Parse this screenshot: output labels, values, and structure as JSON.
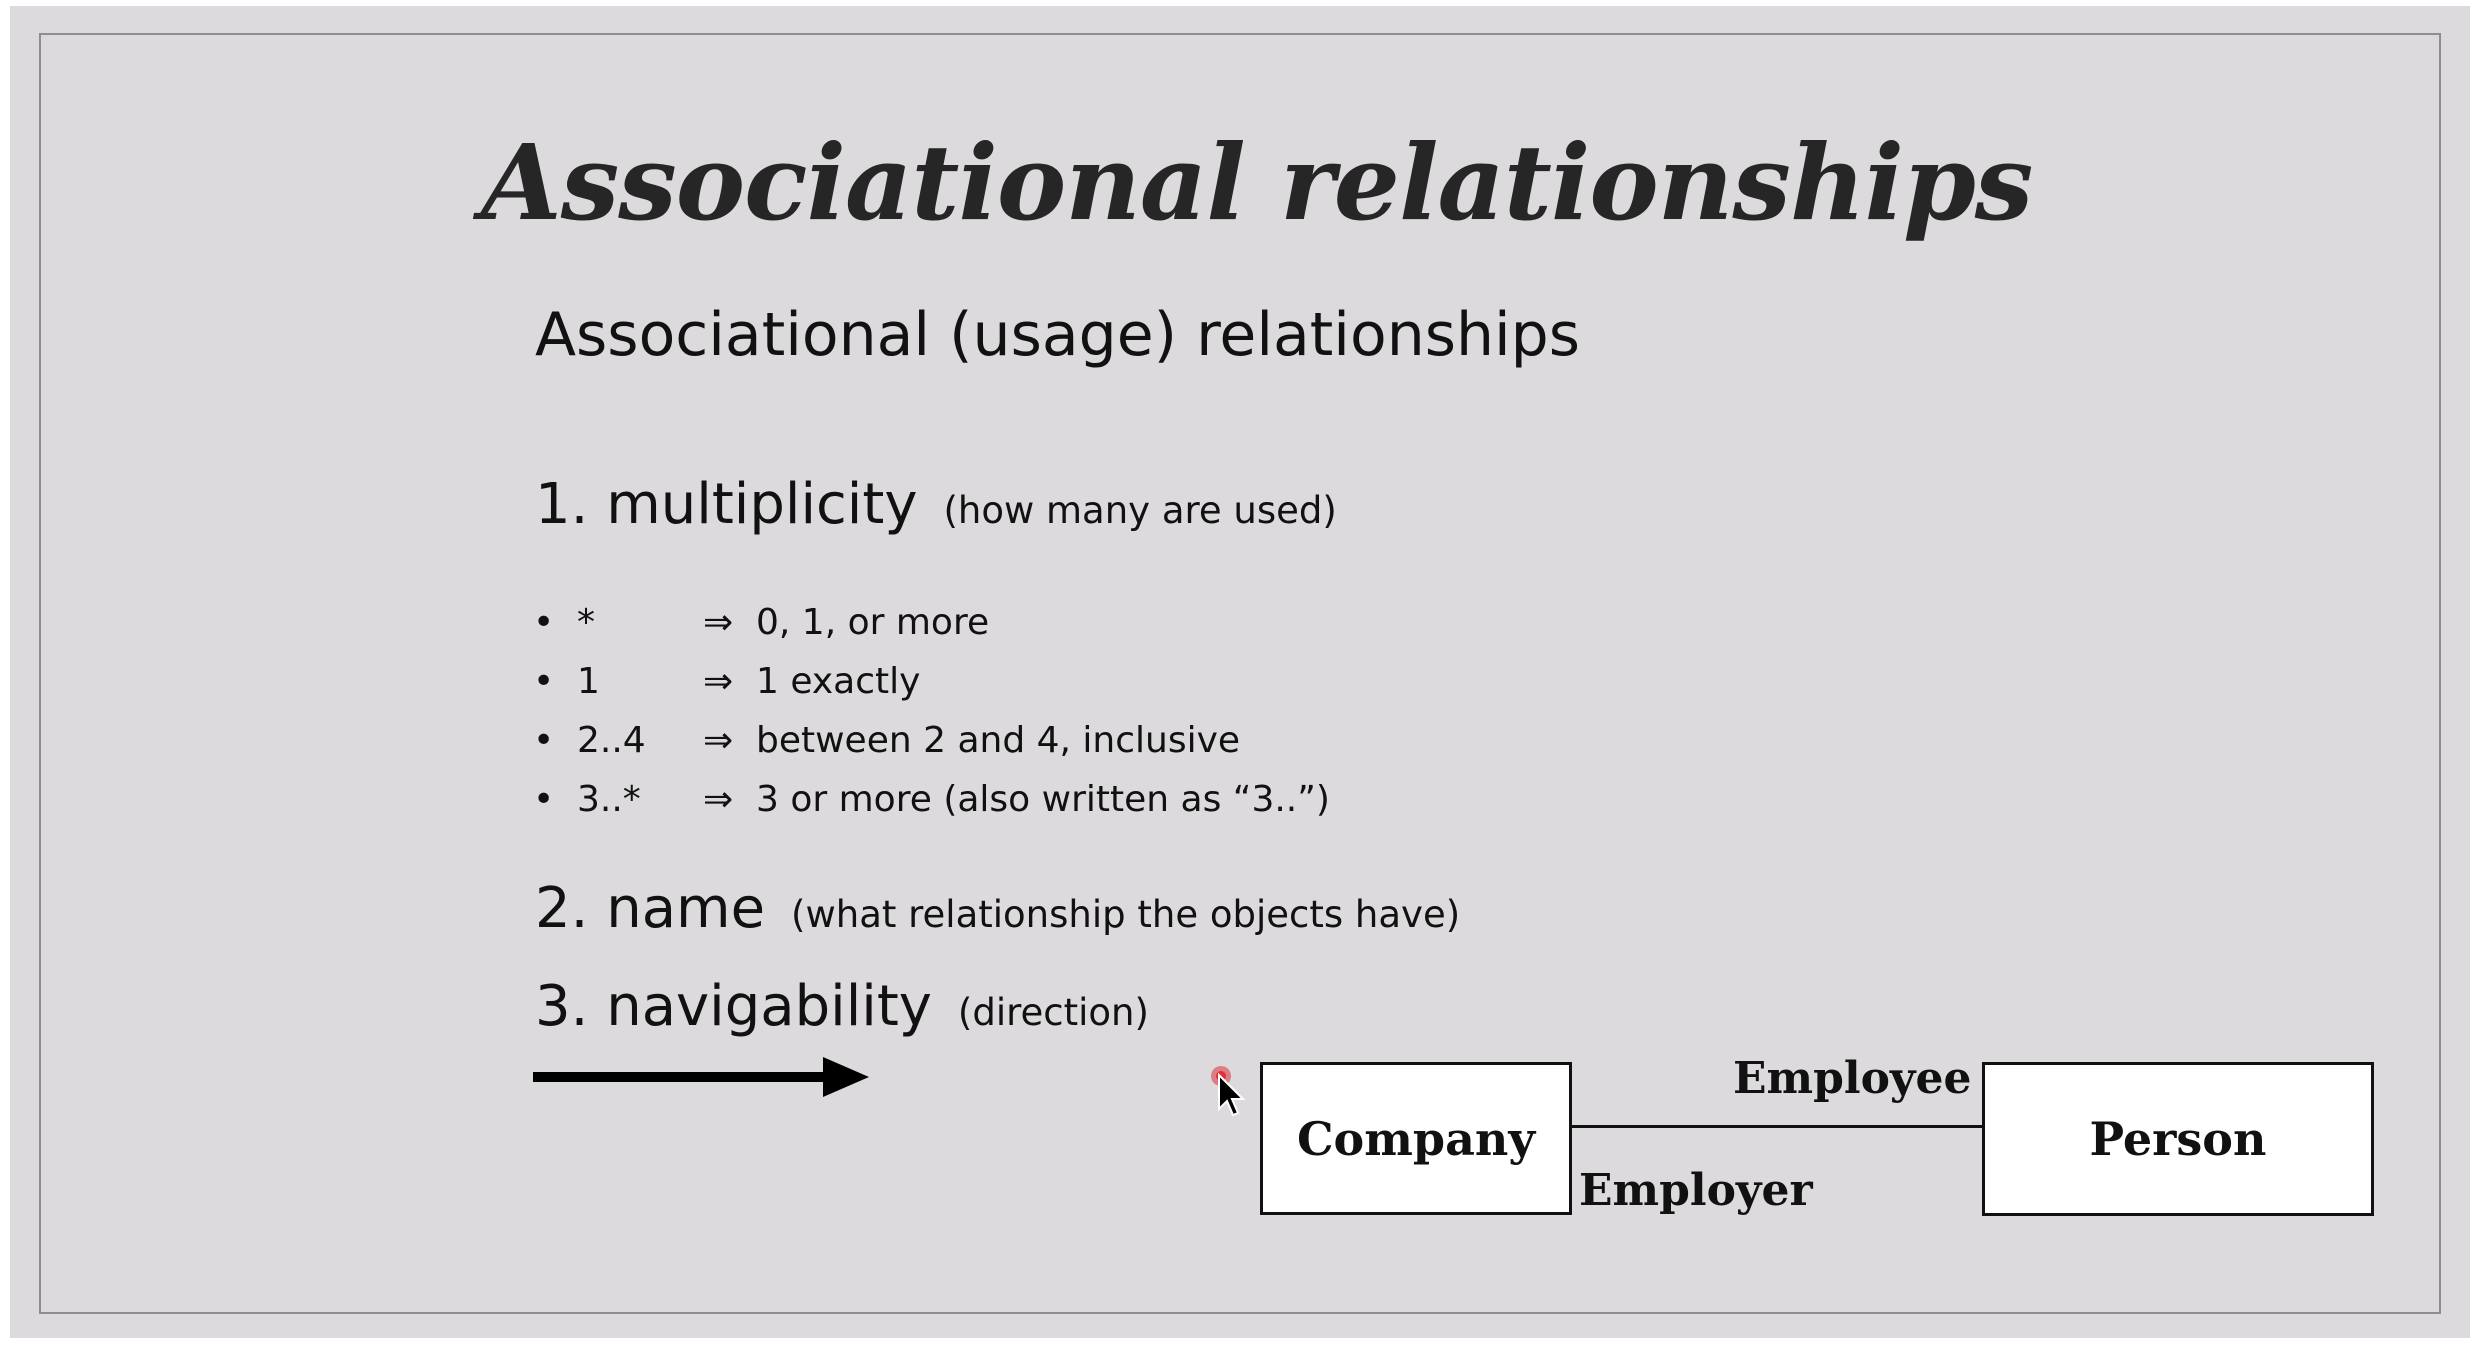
{
  "slide": {
    "title": "Associational relationships",
    "subtitle": "Associational (usage) relationships",
    "sections": [
      {
        "heading": "1. multiplicity",
        "note": "(how many are used)"
      },
      {
        "heading": "2. name",
        "note": "(what relationship the objects have)"
      },
      {
        "heading": "3. navigability",
        "note": "(direction)"
      }
    ],
    "bullet_char": "•",
    "implies_symbol": "⇒",
    "multiplicities": [
      {
        "symbol": "*",
        "meaning": "0, 1, or more"
      },
      {
        "symbol": "1",
        "meaning": "1 exactly"
      },
      {
        "symbol": "2..4",
        "meaning": "between 2 and 4, inclusive"
      },
      {
        "symbol": "3..*",
        "meaning": "3 or more (also written as “3..”)"
      }
    ]
  },
  "diagram": {
    "left_class": "Company",
    "right_class": "Person",
    "role_top": "Employee",
    "role_bottom": "Employer"
  },
  "icons": {
    "navigability": "right-arrow-icon",
    "cursor": "mouse-pointer-icon"
  },
  "colors": {
    "background": "#dcdadc",
    "text": "#111111",
    "title": "#262626",
    "cursor_highlight": "#e0303a"
  }
}
